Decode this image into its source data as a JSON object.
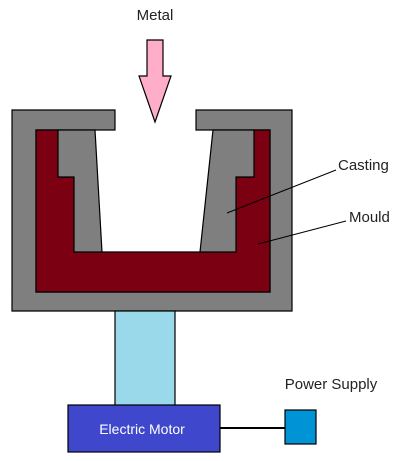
{
  "labels": {
    "metal": "Metal",
    "casting": "Casting",
    "mould": "Mould",
    "power_supply": "Power Supply",
    "electric_motor": "Electric Motor"
  },
  "colors": {
    "frame": "#7f7f7f",
    "mould": "#7a0012",
    "casting": "#7f7f7f",
    "shaft": "#99d9ea",
    "motor": "#3f48cc",
    "power_supply": "#0094d6",
    "arrow": "#ffaec9",
    "outline": "#000000"
  }
}
